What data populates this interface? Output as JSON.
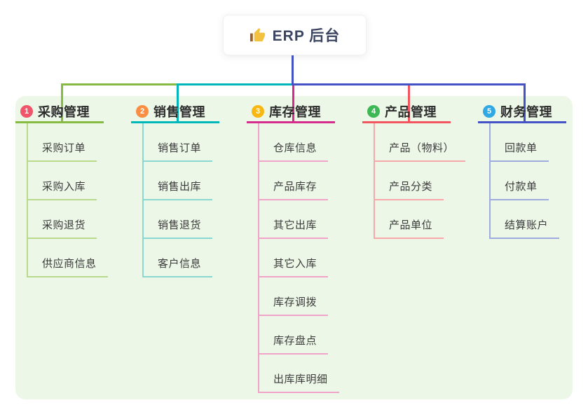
{
  "root": {
    "icon": "thumbs-up-icon",
    "label": "ERP 后台"
  },
  "colors": {
    "canvas_bg": "#ffffff",
    "panel_bg": "#edf7e8",
    "stem": "#4353c5",
    "root_text": "#3c4560",
    "thumb_gold": "#f3c13f",
    "thumb_cuff": "#99622f"
  },
  "branches": [
    {
      "badge": "1",
      "label": "采购管理",
      "badge_color": "#f1556a",
      "line_color": "#85bb40",
      "child_line_color": "#b9da8c",
      "children": [
        "采购订单",
        "采购入库",
        "采购退货",
        "供应商信息"
      ]
    },
    {
      "badge": "2",
      "label": "销售管理",
      "badge_color": "#fa8e42",
      "line_color": "#00b7ba",
      "child_line_color": "#8ad8d2",
      "children": [
        "销售订单",
        "销售出库",
        "销售退货",
        "客户信息"
      ]
    },
    {
      "badge": "3",
      "label": "库存管理",
      "badge_color": "#f9b712",
      "line_color": "#d52b8a",
      "child_line_color": "#f2a3c8",
      "children": [
        "仓库信息",
        "产品库存",
        "其它出库",
        "其它入库",
        "库存调拨",
        "库存盘点",
        "出库库明细"
      ]
    },
    {
      "badge": "4",
      "label": "产品管理",
      "badge_color": "#3eb854",
      "line_color": "#f2555e",
      "child_line_color": "#f8a8a8",
      "children": [
        "产品（物料）",
        "产品分类",
        "产品单位"
      ]
    },
    {
      "badge": "5",
      "label": "财务管理",
      "badge_color": "#2fa8e3",
      "line_color": "#4353c5",
      "child_line_color": "#9dabdf",
      "children": [
        "回款单",
        "付款单",
        "结算账户"
      ]
    }
  ]
}
